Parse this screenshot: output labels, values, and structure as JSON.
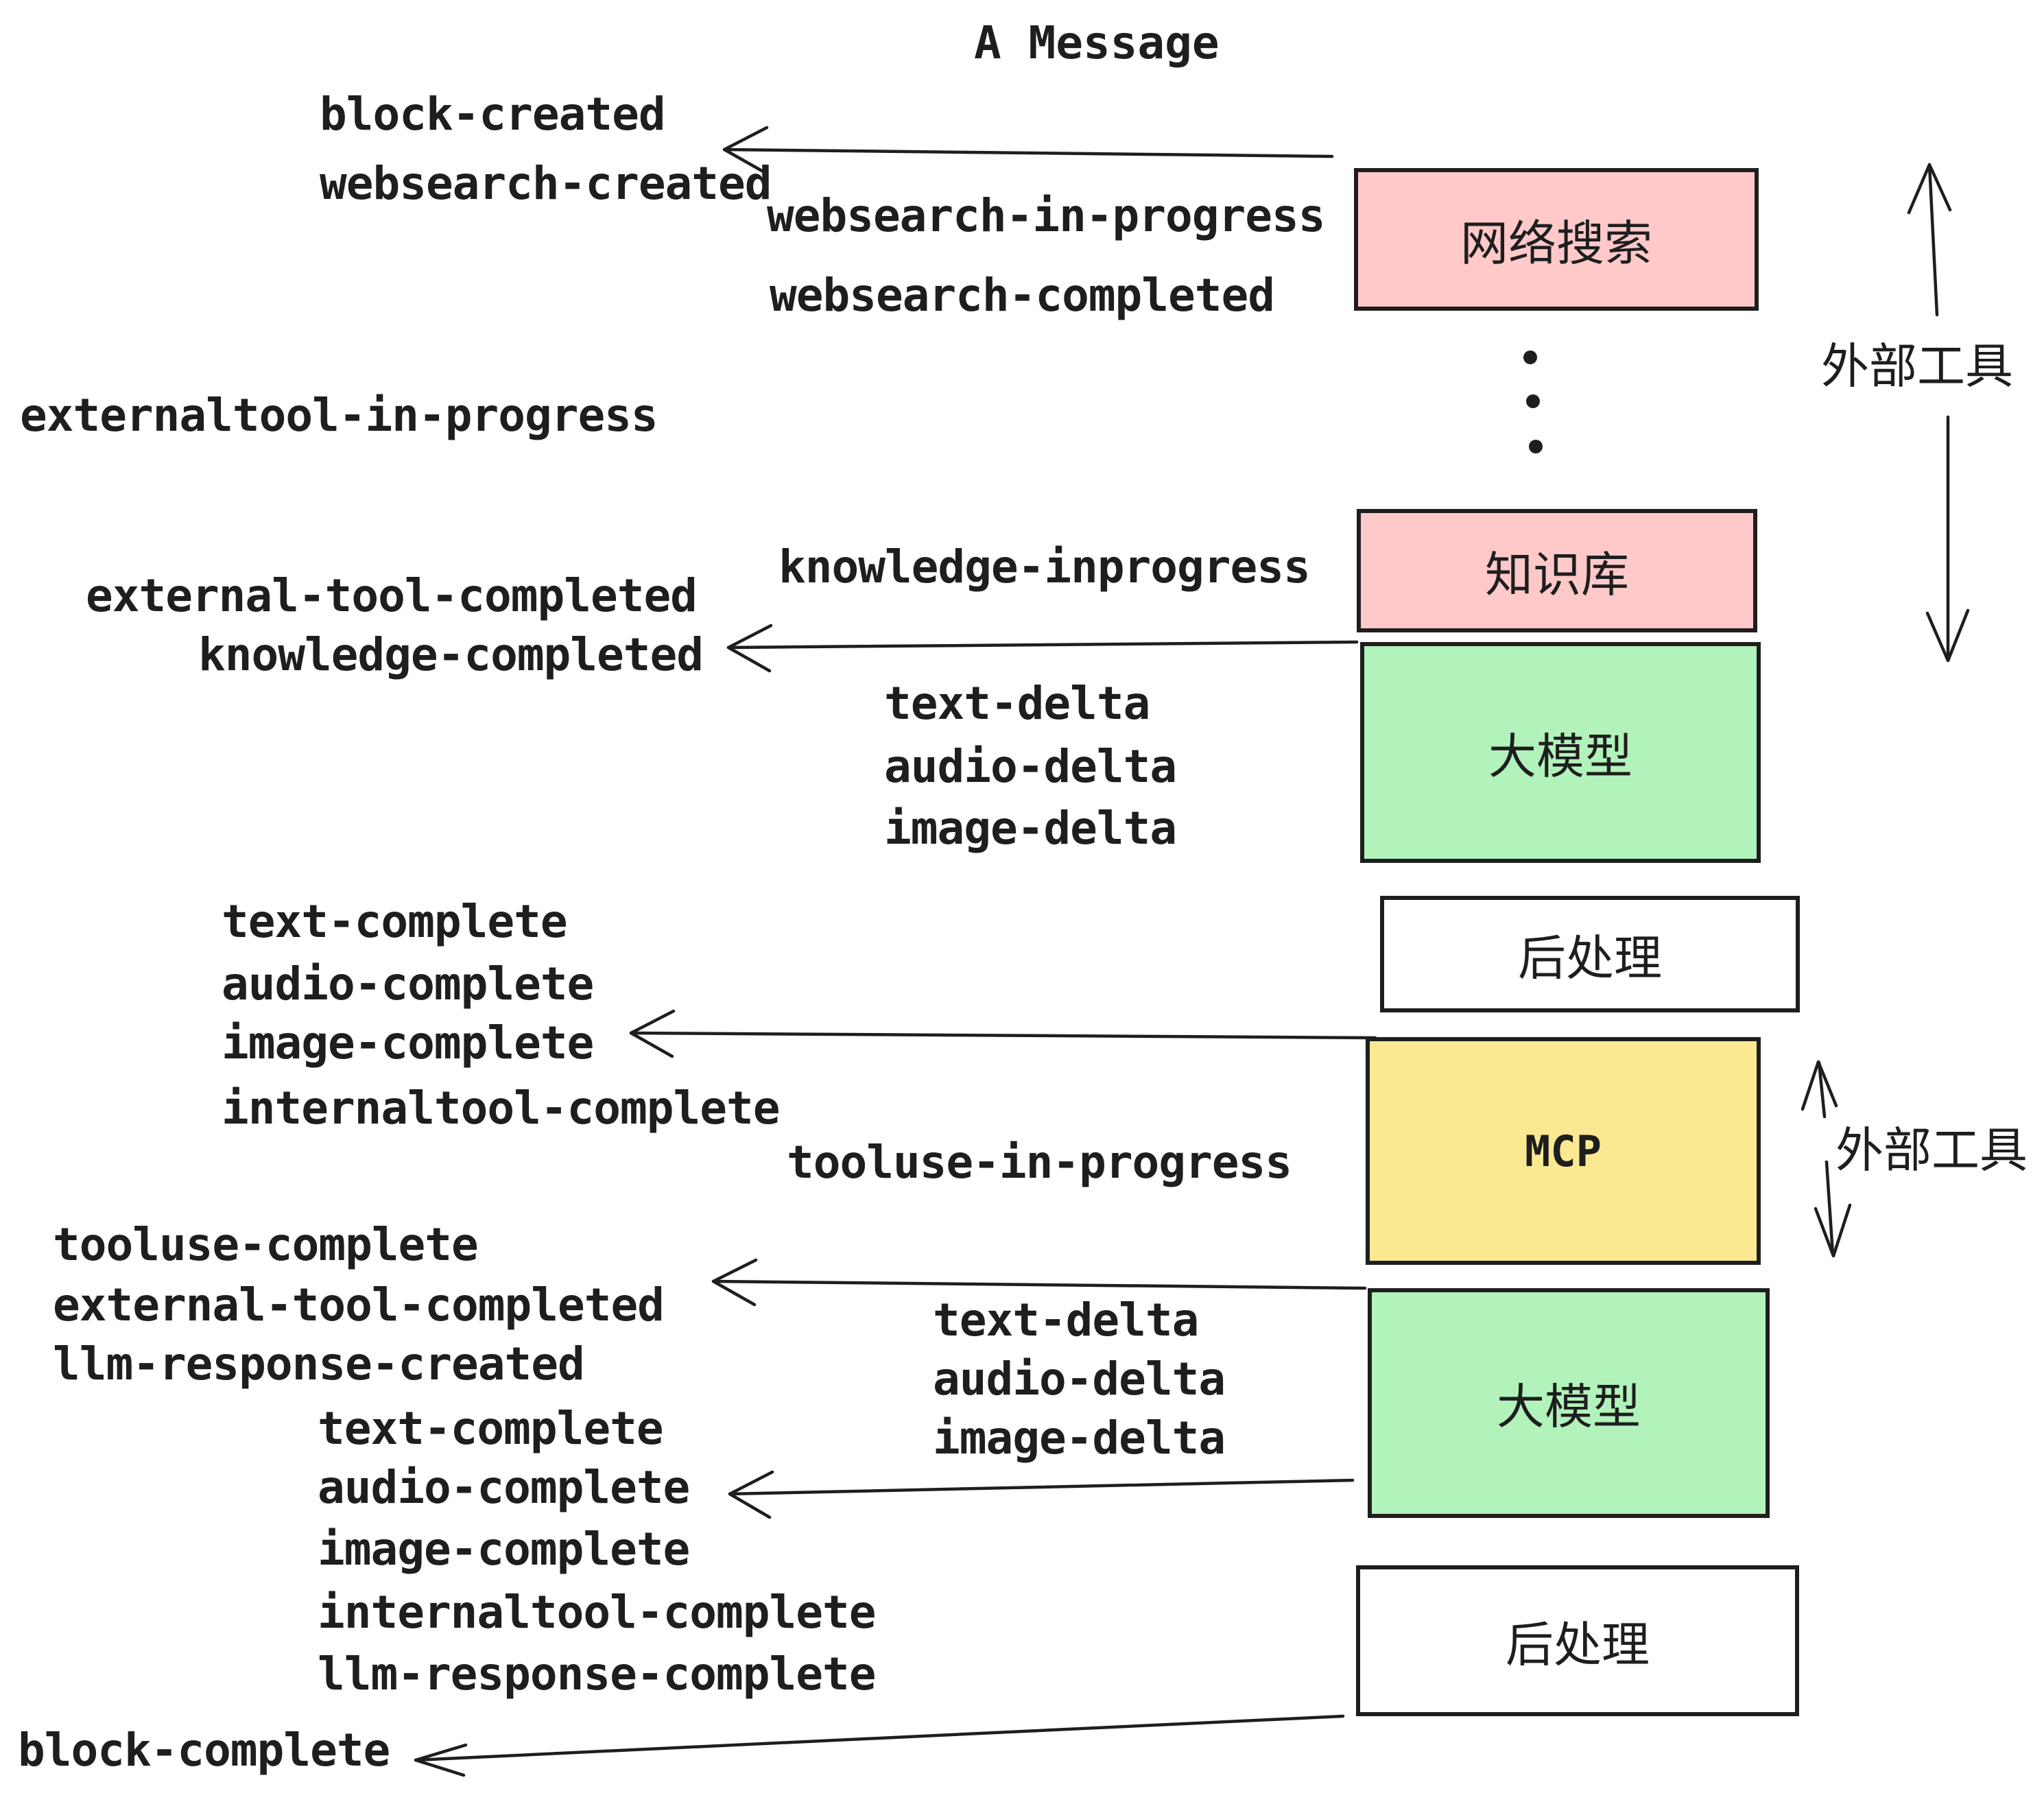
{
  "title": "A Message",
  "boxes": {
    "websearch": "网络搜索",
    "knowledge": "知识库",
    "llm": "大模型",
    "post": "后处理",
    "mcp": "MCP"
  },
  "side_labels": {
    "external_tools": "外部工具"
  },
  "events": {
    "block_created": "block-created",
    "websearch_created": "websearch-created",
    "websearch_in_progress": "websearch-in-progress",
    "websearch_completed": "websearch-completed",
    "externaltool_in_progress": "externaltool-in-progress",
    "knowledge_inprogress": "knowledge-inprogress",
    "external_tool_completed": "external-tool-completed",
    "knowledge_completed": "knowledge-completed",
    "text_delta": "text-delta",
    "audio_delta": "audio-delta",
    "image_delta": "image-delta",
    "text_complete": "text-complete",
    "audio_complete": "audio-complete",
    "image_complete": "image-complete",
    "internaltool_complete": "internaltool-complete",
    "tooluse_in_progress": "tooluse-in-progress",
    "tooluse_complete": "tooluse-complete",
    "llm_response_created": "llm-response-created",
    "llm_response_complete": "llm-response-complete",
    "block_complete": "block-complete"
  },
  "colors": {
    "pink": "#ffc9c9",
    "green": "#b2f2bb",
    "yellow": "#fbe992",
    "white": "#ffffff",
    "ink": "#1e1e1e"
  }
}
